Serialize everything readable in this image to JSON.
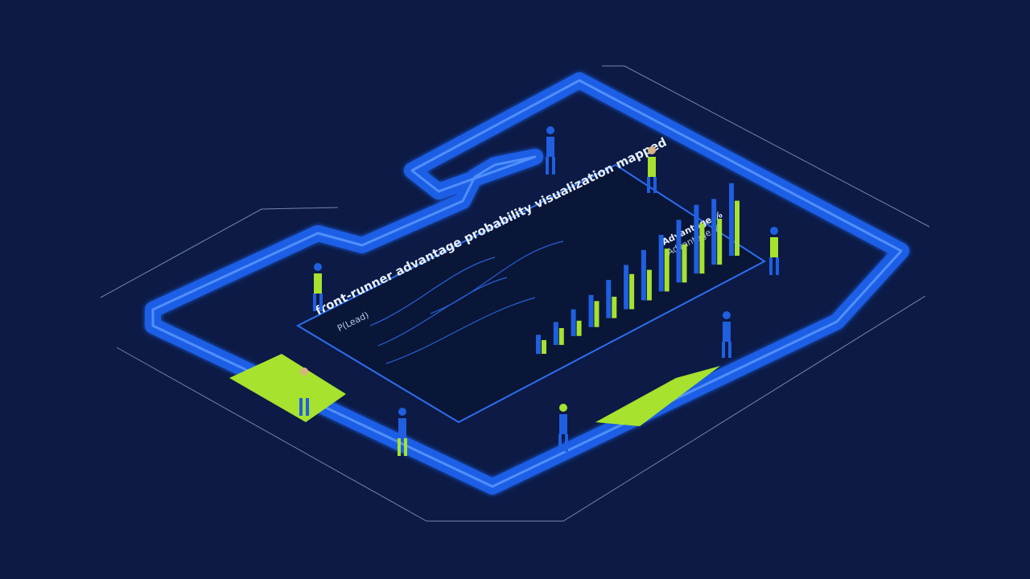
{
  "board": {
    "title": "front-runner advantage probability visualization mapped",
    "subtitle": "P(Lead)",
    "legend_primary": "Advantage %",
    "legend_secondary": "Advantage %"
  },
  "chart_data": {
    "type": "bar",
    "title": "",
    "series": [
      {
        "name": "",
        "values": [
          0.25,
          0.3,
          0.35,
          0.42,
          0.5,
          0.58,
          0.66,
          0.74,
          0.82,
          0.9,
          0.86,
          0.95
        ]
      },
      {
        "name": "",
        "values": [
          0.18,
          0.22,
          0.2,
          0.34,
          0.28,
          0.46,
          0.4,
          0.56,
          0.5,
          0.66,
          0.6,
          0.72
        ]
      }
    ]
  },
  "colors": {
    "background": "#0c1a45",
    "track": "#1f5fe0",
    "accent": "#a6e22e",
    "board": "#0a1638",
    "line": "#2d6ef0"
  }
}
